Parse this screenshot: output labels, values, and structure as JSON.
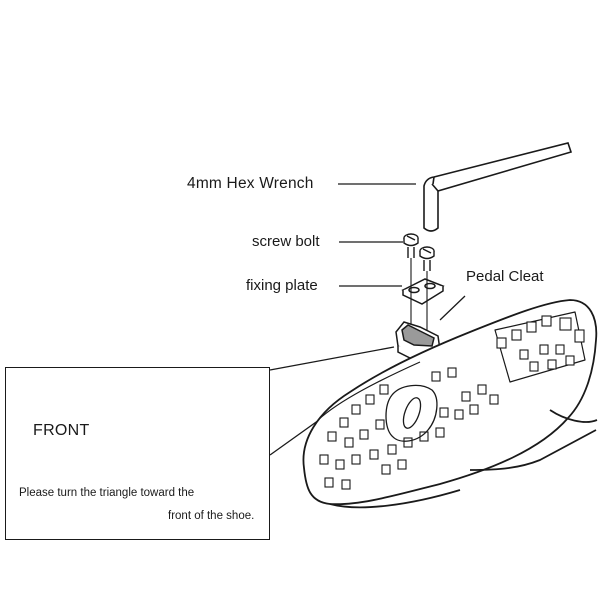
{
  "labels": {
    "hex_wrench": "4mm Hex Wrench",
    "screw_bolt": "screw bolt",
    "fixing_plate": "fixing plate",
    "pedal_cleat": "Pedal Cleat"
  },
  "inset": {
    "front": "FRONT",
    "instruction_line1": "Please turn the triangle toward the",
    "instruction_line2": "front of the shoe."
  },
  "colors": {
    "line": "#1a1a1a",
    "cleat_fill": "#9a9a9a",
    "background": "#ffffff"
  }
}
